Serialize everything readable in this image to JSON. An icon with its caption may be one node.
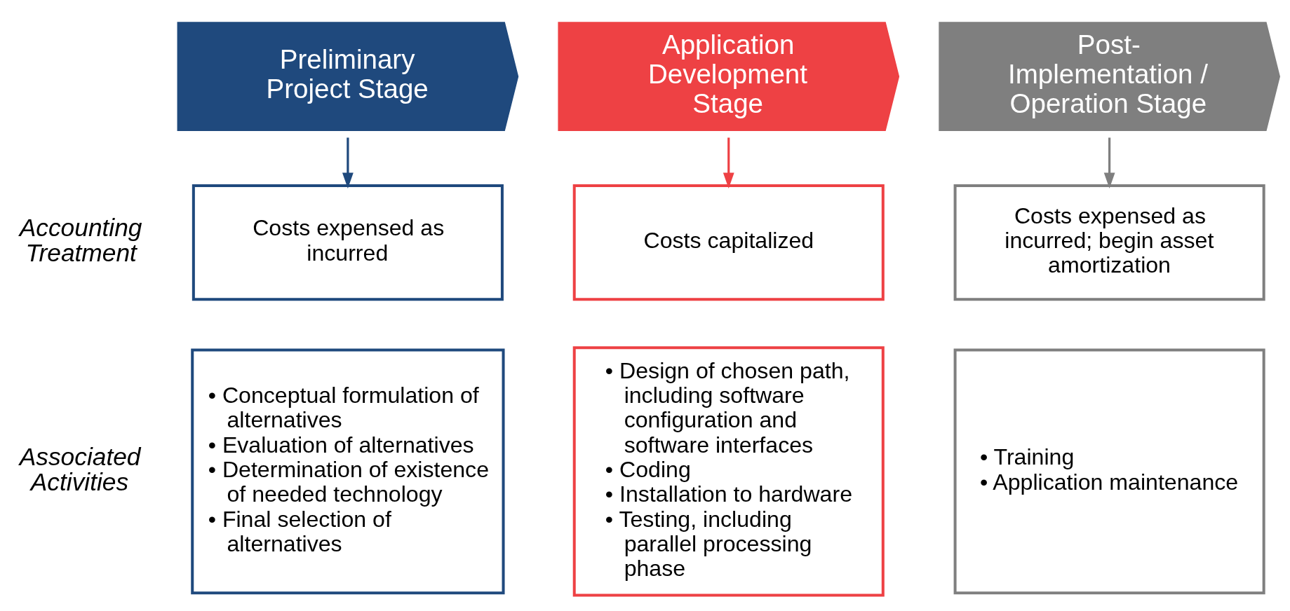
{
  "diagram": {
    "nodes": [
      {
        "text": [
          "Preliminary Project Stage"
        ]
      },
      {
        "text": [
          "Application Development Stage"
        ]
      },
      {
        "text": [
          "Post-Implementation / Operation Stage"
        ]
      },
      {
        "text": [
          "Costs expensed as incurred"
        ]
      },
      {
        "text": [
          "Costs capitalized"
        ]
      },
      {
        "text": [
          "Costs expensed as incurred; begin asset amortization"
        ]
      },
      {
        "text": [
          "• Conceptual formulation of alternatives",
          "• Evaluation of alternatives",
          "• Determination of existence of needed technology",
          "• Final selection of alternatives"
        ]
      },
      {
        "text": [
          "• Design of chosen path, including software configuration and software interfaces",
          "• Coding",
          "• Installation to hardware",
          "• Testing, including parallel processing phase"
        ]
      },
      {
        "text": [
          "• Training",
          "• Application maintenance"
        ]
      }
    ],
    "edges": [
      {
        "from": 0,
        "to": 3,
        "arrow": "to",
        "color": "#1f497d"
      },
      {
        "from": 1,
        "to": 4,
        "arrow": "to",
        "color": "#ee4144"
      },
      {
        "from": 2,
        "to": 5,
        "arrow": "to",
        "color": "#7f7f7f"
      }
    ],
    "labels": [
      "Accounting Treatment",
      "Associated Activities"
    ]
  }
}
